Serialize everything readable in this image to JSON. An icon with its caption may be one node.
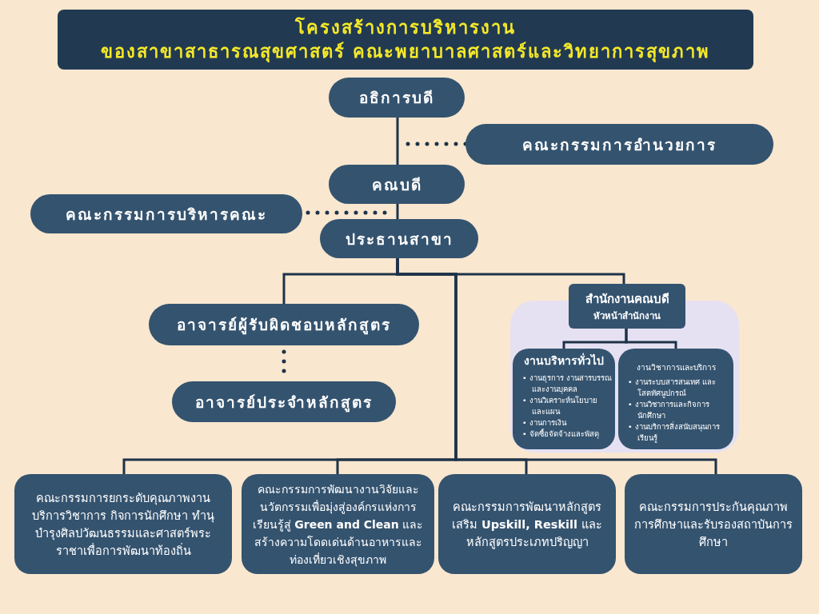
{
  "diagram": {
    "title": "โครงสร้างการบริหารงาน ของสาขาสาธารณสุขศาสตร์ คณะพยาบาลศาสตร์และวิทยาการสุขภาพ",
    "nodes": [
      {
        "text": [
          "อธิการบดี"
        ]
      },
      {
        "text": [
          "คณะกรรมการอำนวยการ"
        ]
      },
      {
        "text": [
          "คณบดี"
        ]
      },
      {
        "text": [
          "คณะกรรมการบริหารคณะ"
        ]
      },
      {
        "text": [
          "ประธานสาขา"
        ]
      },
      {
        "text": [],
        "shape": "box"
      },
      {
        "text": [
          "สำนักงานคณบดี",
          "หัวหน้าสำนักงาน"
        ]
      },
      {
        "text": [
          "งานบริหารทั่วไป",
          "• งานธุรการ งานสารบรรณ และงานบุคคล",
          "• งานวิเคราะห์นโยบาย และแผน",
          "• งานการเงิน",
          "• จัดซื้อจัดจ้างและพัสดุ"
        ],
        "in": 5
      },
      {
        "text": [
          "งานวิชาการและบริการ",
          "• งานระบบสารสนเทศ และ โสตทัศนูปกรณ์",
          "• งานวิชาการและกิจการ นักศึกษา",
          "• งานบริการสิ่งสนับสนุนการ เรียนรู้"
        ],
        "in": 5
      },
      {
        "text": [
          "อาจารย์ผู้รับผิดชอบหลักสูตร"
        ]
      },
      {
        "text": [
          "อาจารย์ประจำหลักสูตร"
        ]
      },
      {
        "text": [
          "คณะกรรมการยกระดับคุณภาพงานบริการวิชาการ กิจการนักศึกษา ทำนุบำรุงศิลปวัฒนธรรมและศาสตร์พระราชาเพื่อการพัฒนาท้องถิ่น"
        ]
      },
      {
        "text": [
          "คณะกรรมการพัฒนางานวิจัยและนวัตกรรมเพื่อมุ่งสู่องค์กรแห่งการเรียนรู้สู่ **Green and Clean** และสร้างความโดดเด่นด้านอาหารและท่องเที่ยวเชิงสุขภาพ"
        ]
      },
      {
        "text": [
          "คณะกรรมการพัฒนาหลักสูตรเสริม **Upskill, Reskill** และหลักสูตรประเภทปริญญา"
        ]
      },
      {
        "text": [
          "คณะกรรมการประกันคุณภาพการศึกษาและรับรองสถาบันการศึกษา"
        ]
      }
    ],
    "edges": [
      {
        "from": 0,
        "to": 2,
        "arrow": "none"
      },
      {
        "from": 1,
        "to": 2,
        "arrow": "none",
        "style": "dashed"
      },
      {
        "from": 2,
        "to": 4,
        "arrow": "none"
      },
      {
        "from": 3,
        "to": 4,
        "arrow": "none",
        "style": "dashed"
      },
      {
        "from": 4,
        "to": 9,
        "arrow": "none"
      },
      {
        "from": 4,
        "to": 6,
        "arrow": "none"
      },
      {
        "from": 4,
        "to": 11,
        "arrow": "none"
      },
      {
        "from": 4,
        "to": 12,
        "arrow": "none"
      },
      {
        "from": 4,
        "to": 13,
        "arrow": "none"
      },
      {
        "from": 4,
        "to": 14,
        "arrow": "none"
      },
      {
        "from": 9,
        "to": 10,
        "arrow": "none",
        "style": "dashed"
      },
      {
        "from": 6,
        "to": 7,
        "arrow": "none"
      },
      {
        "from": 6,
        "to": 8,
        "arrow": "none"
      }
    ]
  }
}
